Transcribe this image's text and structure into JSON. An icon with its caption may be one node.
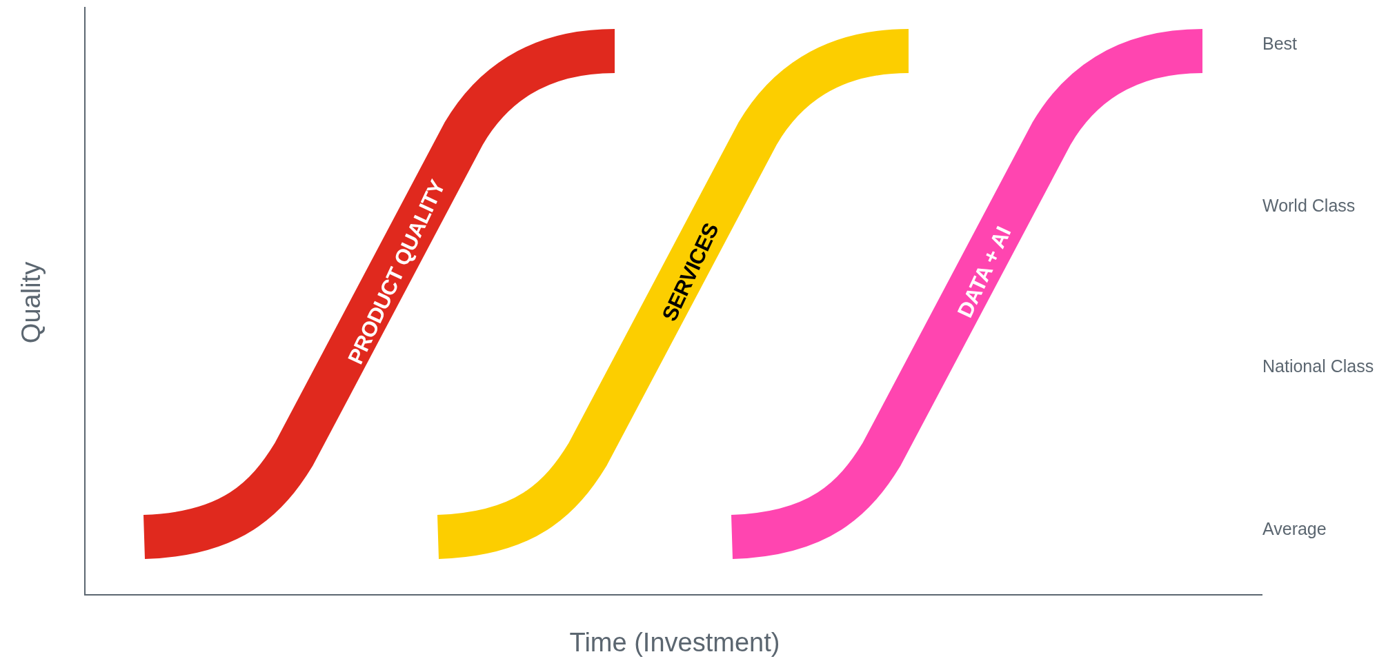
{
  "diagram": {
    "nodes": [
      {
        "text": [
          "PRODUCT QUALITY"
        ]
      },
      {
        "text": [
          "SERVICES"
        ]
      },
      {
        "text": [
          "DATA + AI"
        ]
      }
    ],
    "labels": [
      "Best",
      "World Class",
      "Quality",
      "National Class",
      "Average",
      "Time (Investment)"
    ]
  }
}
